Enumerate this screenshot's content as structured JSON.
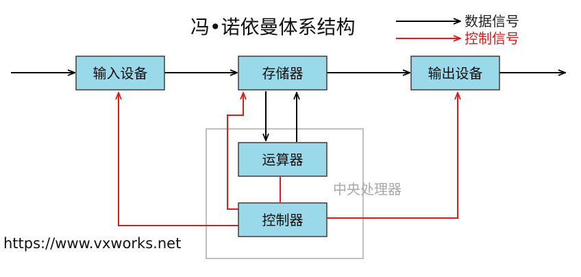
{
  "title": "冯•诺依曼体系结构",
  "legend": {
    "data_signal": "数据信号",
    "control_signal": "控制信号"
  },
  "boxes": {
    "input": "输入设备",
    "memory": "存储器",
    "output": "输出设备",
    "alu": "运算器",
    "controller": "控制器"
  },
  "cpu_label": "中央处理器",
  "watermark": "https://www.vxworks.net",
  "colors": {
    "box_fill": "#99d9ea",
    "box_stroke": "#3c3c3c",
    "data_arrow": "#000000",
    "control_arrow": "#e0191b",
    "cpu_frame": "#bfbfbf",
    "cpu_label": "#a9a9a9",
    "legend_control_text": "#e0191b",
    "legend_data_text": "#222222"
  }
}
